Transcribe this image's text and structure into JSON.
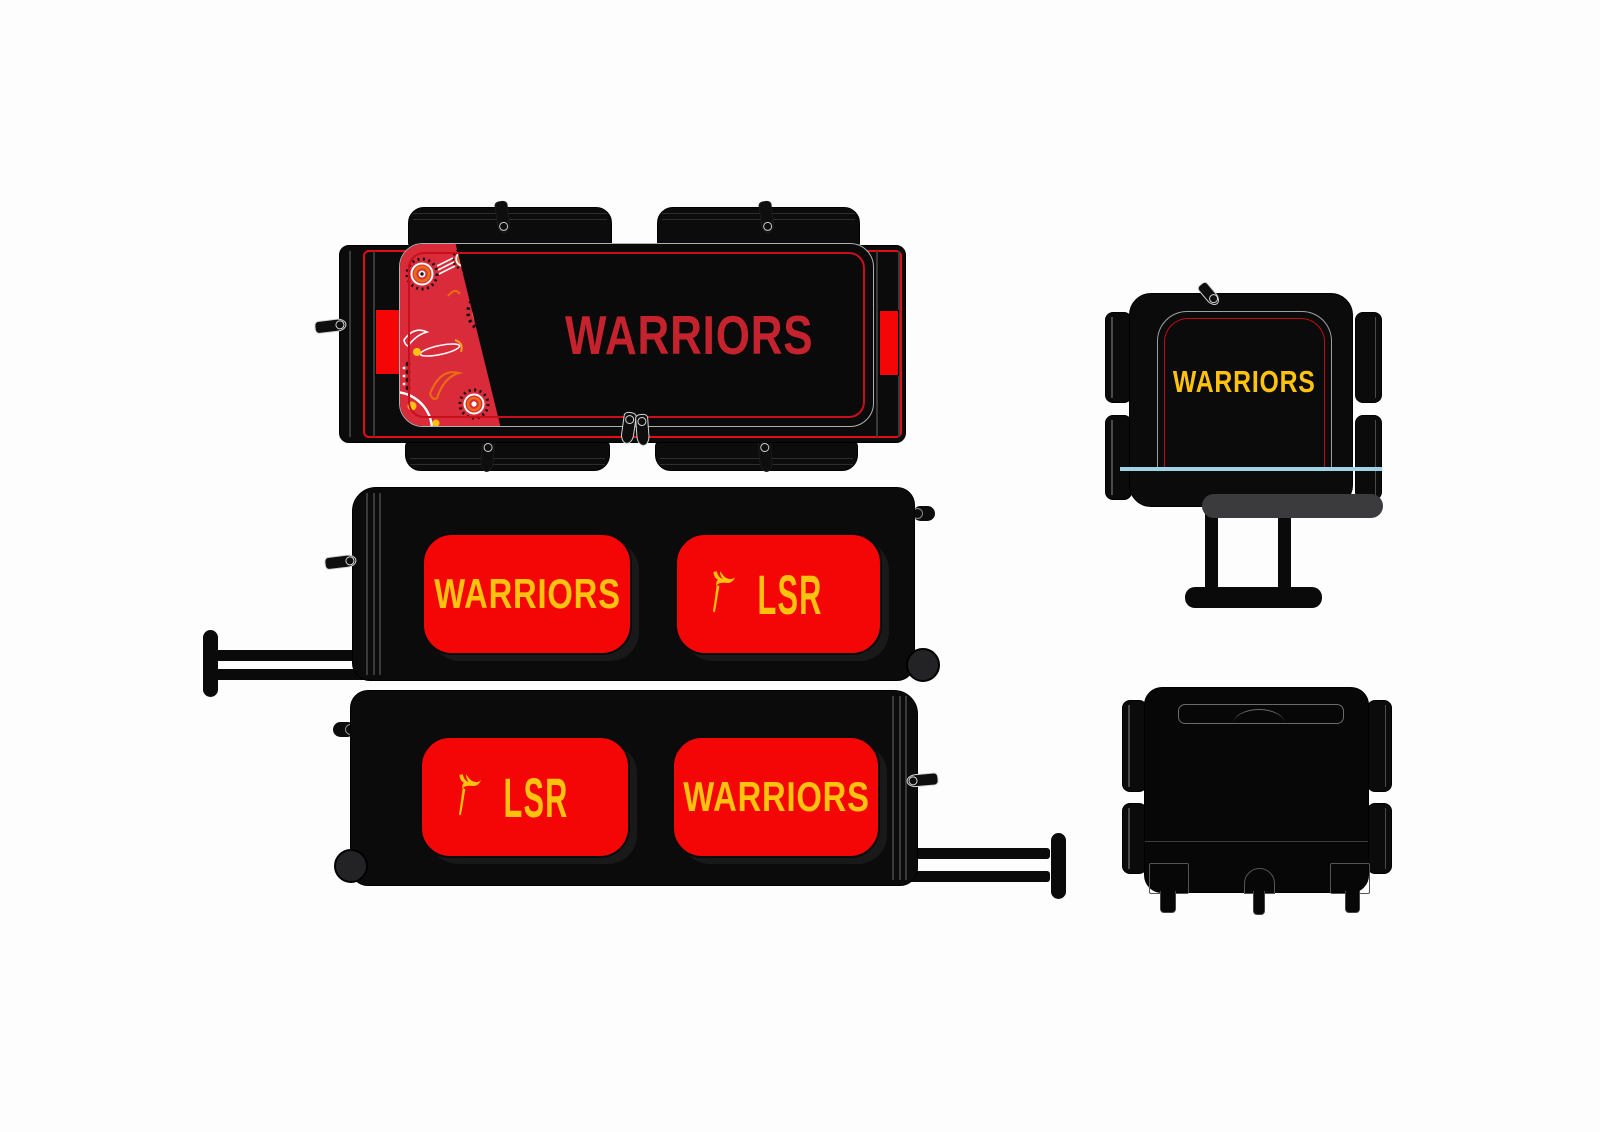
{
  "colors": {
    "background": "#fdfdfd",
    "bag_black": "#0b0b0b",
    "panel_red": "#f50606",
    "trim_red": "#e30d13",
    "pattern_red": "#d92b3a",
    "warriors_crimson": "#c4232e",
    "brand_yellow": "#ffc20e",
    "base_blue": "#9ed3e6"
  },
  "views": {
    "top_view": {
      "brand": "WARRIORS"
    },
    "side_view_a": {
      "left_panel": "WARRIORS",
      "right_panel": "LSR"
    },
    "side_view_b": {
      "left_panel": "LSR",
      "right_panel": "WARRIORS"
    },
    "front_view": {
      "brand": "WARRIORS"
    }
  }
}
